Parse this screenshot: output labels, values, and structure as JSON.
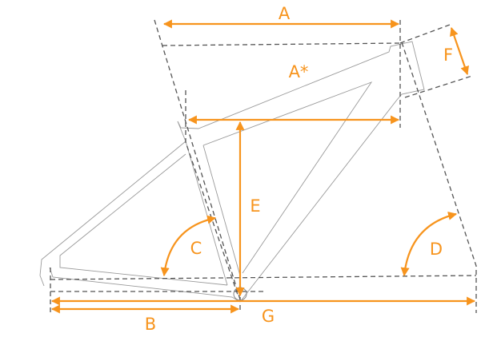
{
  "diagram": {
    "title": "Bike frame geometry",
    "accent_color": "#f7941d",
    "labels": {
      "A": "A",
      "A_star": "A*",
      "B": "B",
      "C": "C",
      "D": "D",
      "E": "E",
      "F": "F",
      "G": "G"
    }
  }
}
